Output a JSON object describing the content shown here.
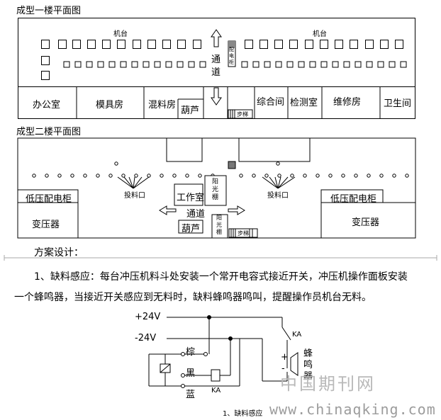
{
  "floor1": {
    "title": "成型一楼平面图",
    "machine_label_left": "机台",
    "machine_label_right": "机台",
    "aisle": "通道",
    "cabinet": "配电柜",
    "rooms": [
      "办公室",
      "模具房",
      "混料房",
      "葫芦",
      "综合间",
      "检测室",
      "维修房",
      "卫生间"
    ],
    "stairs": "步梯"
  },
  "floor2": {
    "title": "成型二楼平面图",
    "feed_left": "投料口",
    "feed_right": "投料口",
    "lv_left": "低压配电柜",
    "lv_right": "低压配电柜",
    "transformer_left": "变压器",
    "transformer_right": "变压器",
    "office": "工作室",
    "sunshed_top": "阳光棚",
    "sunshed_bottom": "阳光棚",
    "aisle": "通道",
    "hoist": "葫芦",
    "stairs": "步梯"
  },
  "scheme": {
    "heading": "方案设计：",
    "para_line1": "1、缺料感应：每台冲压机料斗处安装一个常开电容式接近开关，冲压机操作面板安装",
    "para_line2": "一个蜂鸣器，当接近开关感应到无料时，缺料蜂鸣器鸣叫，提醒操作员机台无料。"
  },
  "circuit": {
    "p24": "+24V",
    "m24": "-24V",
    "brown": "棕",
    "black": "黑",
    "blue": "蓝",
    "ka_coil": "KA",
    "ka_contact": "KA",
    "plus": "+",
    "minus": "-",
    "buzzer": "蜂鸣器",
    "caption": "1、缺料感应"
  },
  "watermark": {
    "cn": "中国期刊网",
    "url": "www.chinaqking.com"
  }
}
